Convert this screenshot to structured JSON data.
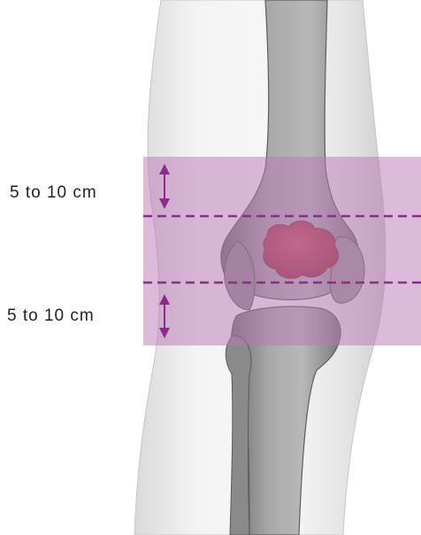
{
  "labels": {
    "upper_margin": "5 to 10 cm",
    "lower_margin": "5 to 10 cm"
  },
  "colors": {
    "band": "#b777b4",
    "dashed_line": "#8e2a8c",
    "arrow": "#8e2a8c",
    "tumor": "#b8414f",
    "skin": "#e9e9e9",
    "bone": "#9a9a9a"
  },
  "icons": {
    "upper_arrow": "double-headed-vertical-arrow",
    "lower_arrow": "double-headed-vertical-arrow"
  }
}
